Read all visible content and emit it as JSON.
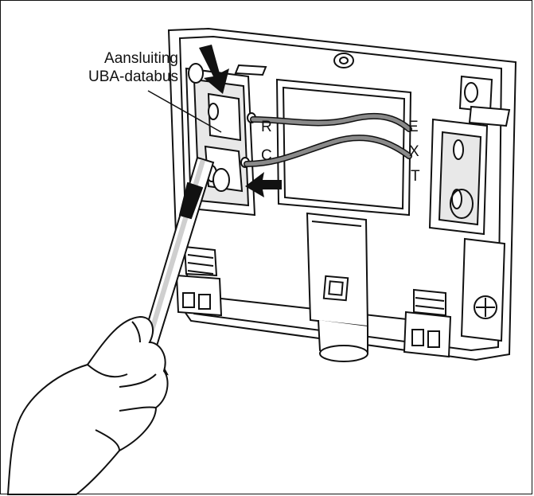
{
  "callout": {
    "line1": "Aansluiting",
    "line2": "UBA-databus"
  },
  "terminals": {
    "left": [
      "R",
      "C"
    ],
    "right": [
      "E",
      "X",
      "T"
    ]
  },
  "icons": {
    "arrow_top": "arrow-down-right-icon",
    "arrow_side": "arrow-left-icon",
    "screwdriver": "screwdriver-icon",
    "hand": "hand-icon",
    "screw": "screw-icon"
  },
  "colors": {
    "ink": "#111111",
    "wire": "#8a8a8a",
    "shade": "#cfcfcf",
    "background": "#ffffff"
  }
}
